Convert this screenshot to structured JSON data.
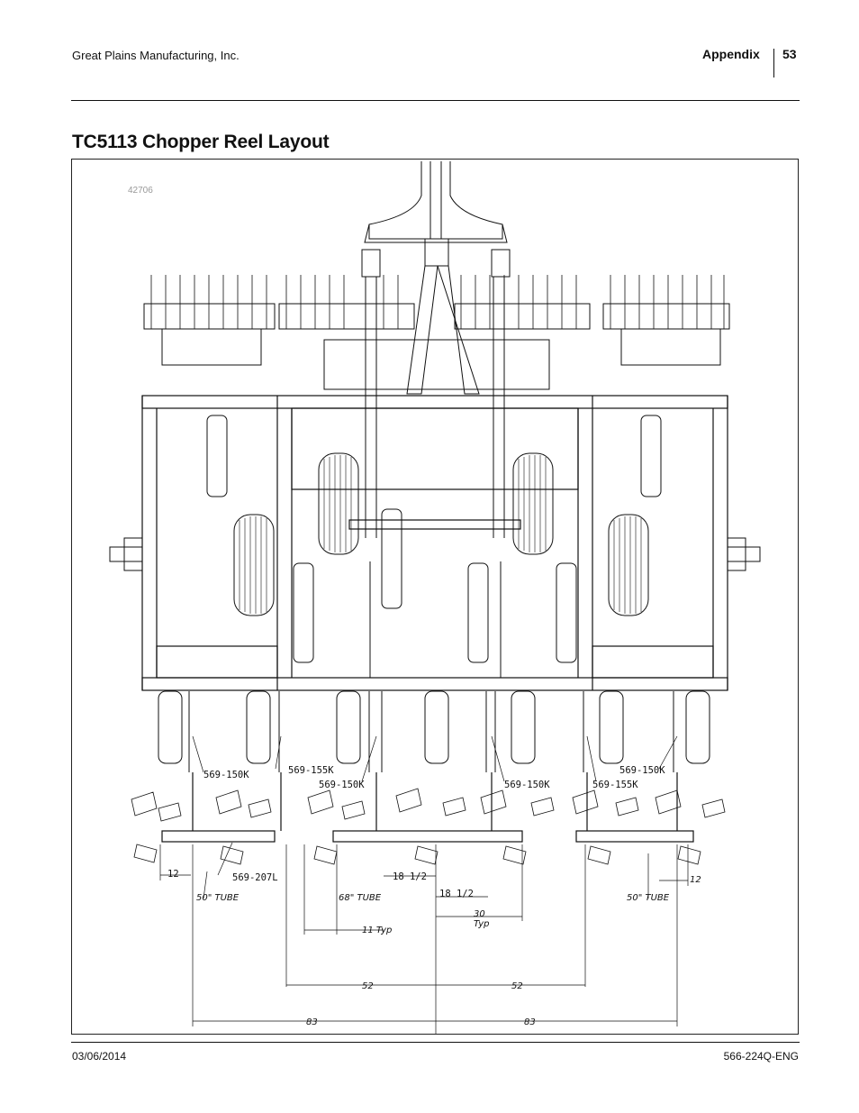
{
  "header": {
    "company": "Great Plains Manufacturing, Inc.",
    "section": "Appendix",
    "page_number": "53"
  },
  "title": "TC5113 Chopper Reel Layout",
  "figure": {
    "id": "42706",
    "callouts": {
      "c1": "569-150K",
      "c2": "569-155K",
      "c3": "569-150K",
      "c4": "569-150K",
      "c5": "569-150K",
      "c6": "569-155K",
      "c7": "569-207L",
      "tube_left": "50\" TUBE",
      "tube_center": "68\" TUBE",
      "tube_right": "50\" TUBE",
      "dim_12_left": "12",
      "dim_12_right": "12",
      "dim_18a": "18 1/2",
      "dim_18b": "18 1/2",
      "dim_11": "11 Typ",
      "dim_30": "30",
      "dim_30_typ": "Typ",
      "dim_52_left": "52",
      "dim_52_right": "52",
      "dim_83_left": "83",
      "dim_83_right": "83"
    }
  },
  "footer": {
    "date": "03/06/2014",
    "doc_number": "566-224Q-ENG"
  }
}
